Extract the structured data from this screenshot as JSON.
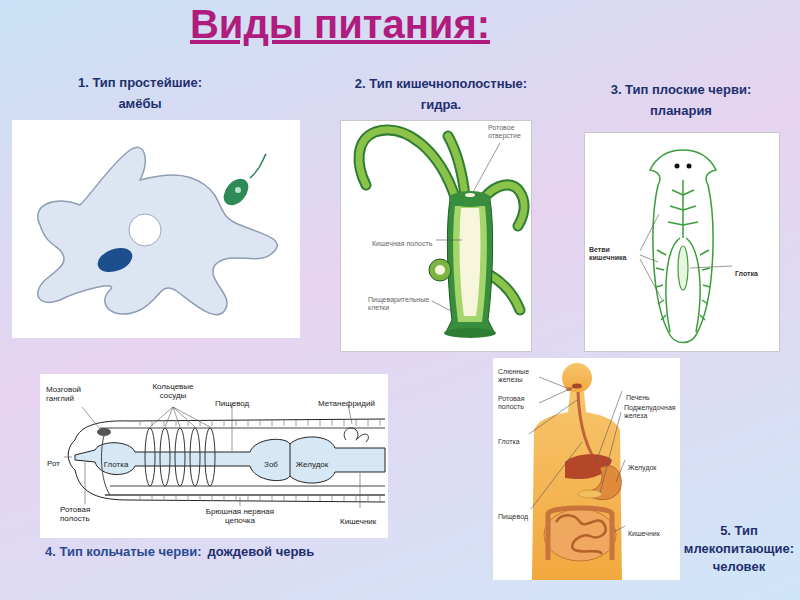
{
  "diagram": {
    "title": "Виды питания:",
    "nodes": [
      {
        "text": [
          "1. Тип простейшие:",
          "амёбы"
        ]
      },
      {
        "text": [
          "2. Тип кишечнополостные:",
          "гидра."
        ]
      },
      {
        "text": [
          "3. Тип плоские черви:",
          "планария"
        ]
      },
      {
        "text": [
          "4. Тип кольчатые черви:",
          "дождевой червь"
        ]
      },
      {
        "text": [
          "5. Тип млекопитающие:",
          "человек"
        ]
      }
    ],
    "labels": [
      "Ротовое отверстие",
      "Кишечная полость",
      "Пищеварительные клетки",
      "Ветви кишечника",
      "Глотка",
      "Мозговой ганглий",
      "Кольцевые сосуды",
      "Пищевод",
      "Метанефридий",
      "Рот",
      "Глотка",
      "Зоб",
      "Желудок",
      "Ротовая полость",
      "Брюшная нервная цепочка",
      "Кишечник",
      "Слюнные железы",
      "Ротовая полость",
      "Глотка",
      "Пищевод",
      "Печень",
      "Поджелудочная железа",
      "Желудок",
      "Кишечник"
    ]
  }
}
